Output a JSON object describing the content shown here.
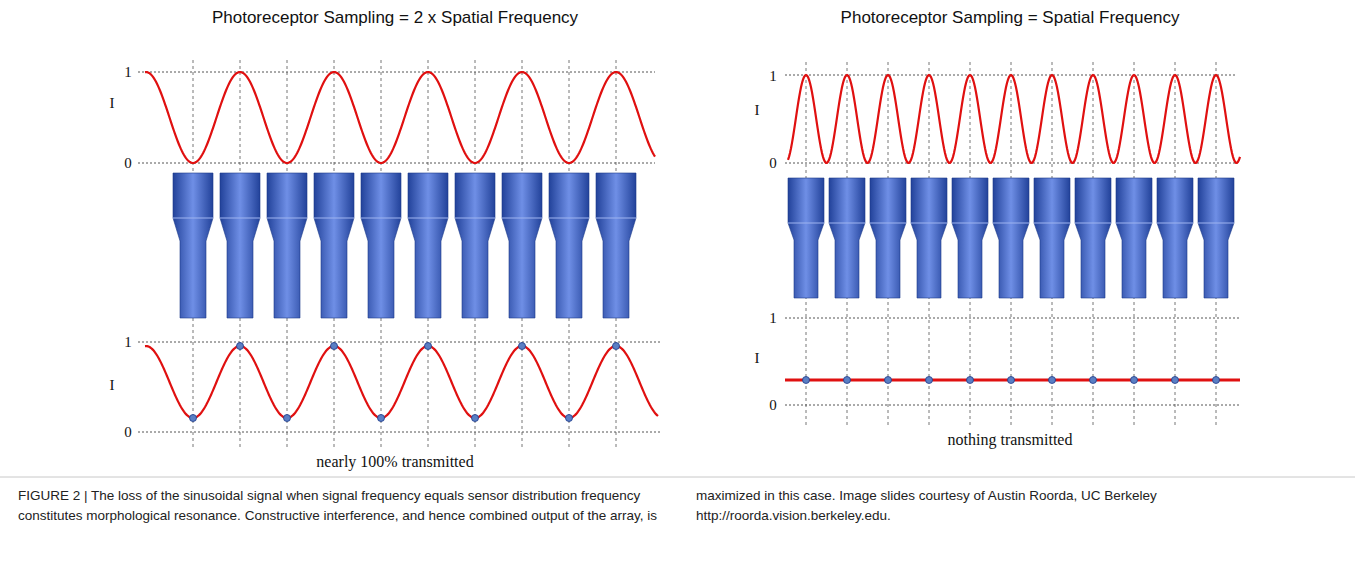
{
  "diagram": {
    "caption": "FIGURE 2 | The loss of the sinusoidal signal when signal frequency equals sensor distribution frequency constitutes morphological resonance. Constructive interference, and hence combined output of the array, is maximized in this case. Image slides courtesy of Austin Roorda, UC Berkeley http://roorda.vision.berkeley.edu.",
    "labels": [
      "Photoreceptor Sampling = 2 x Spatial Frequency",
      "I",
      "1",
      "0",
      "I",
      "1",
      "0",
      "nearly 100% transmitted",
      "Photoreceptor Sampling = Spatial Frequency",
      "I",
      "1",
      "0",
      "I",
      "1",
      "0",
      "nothing transmitted"
    ]
  }
}
